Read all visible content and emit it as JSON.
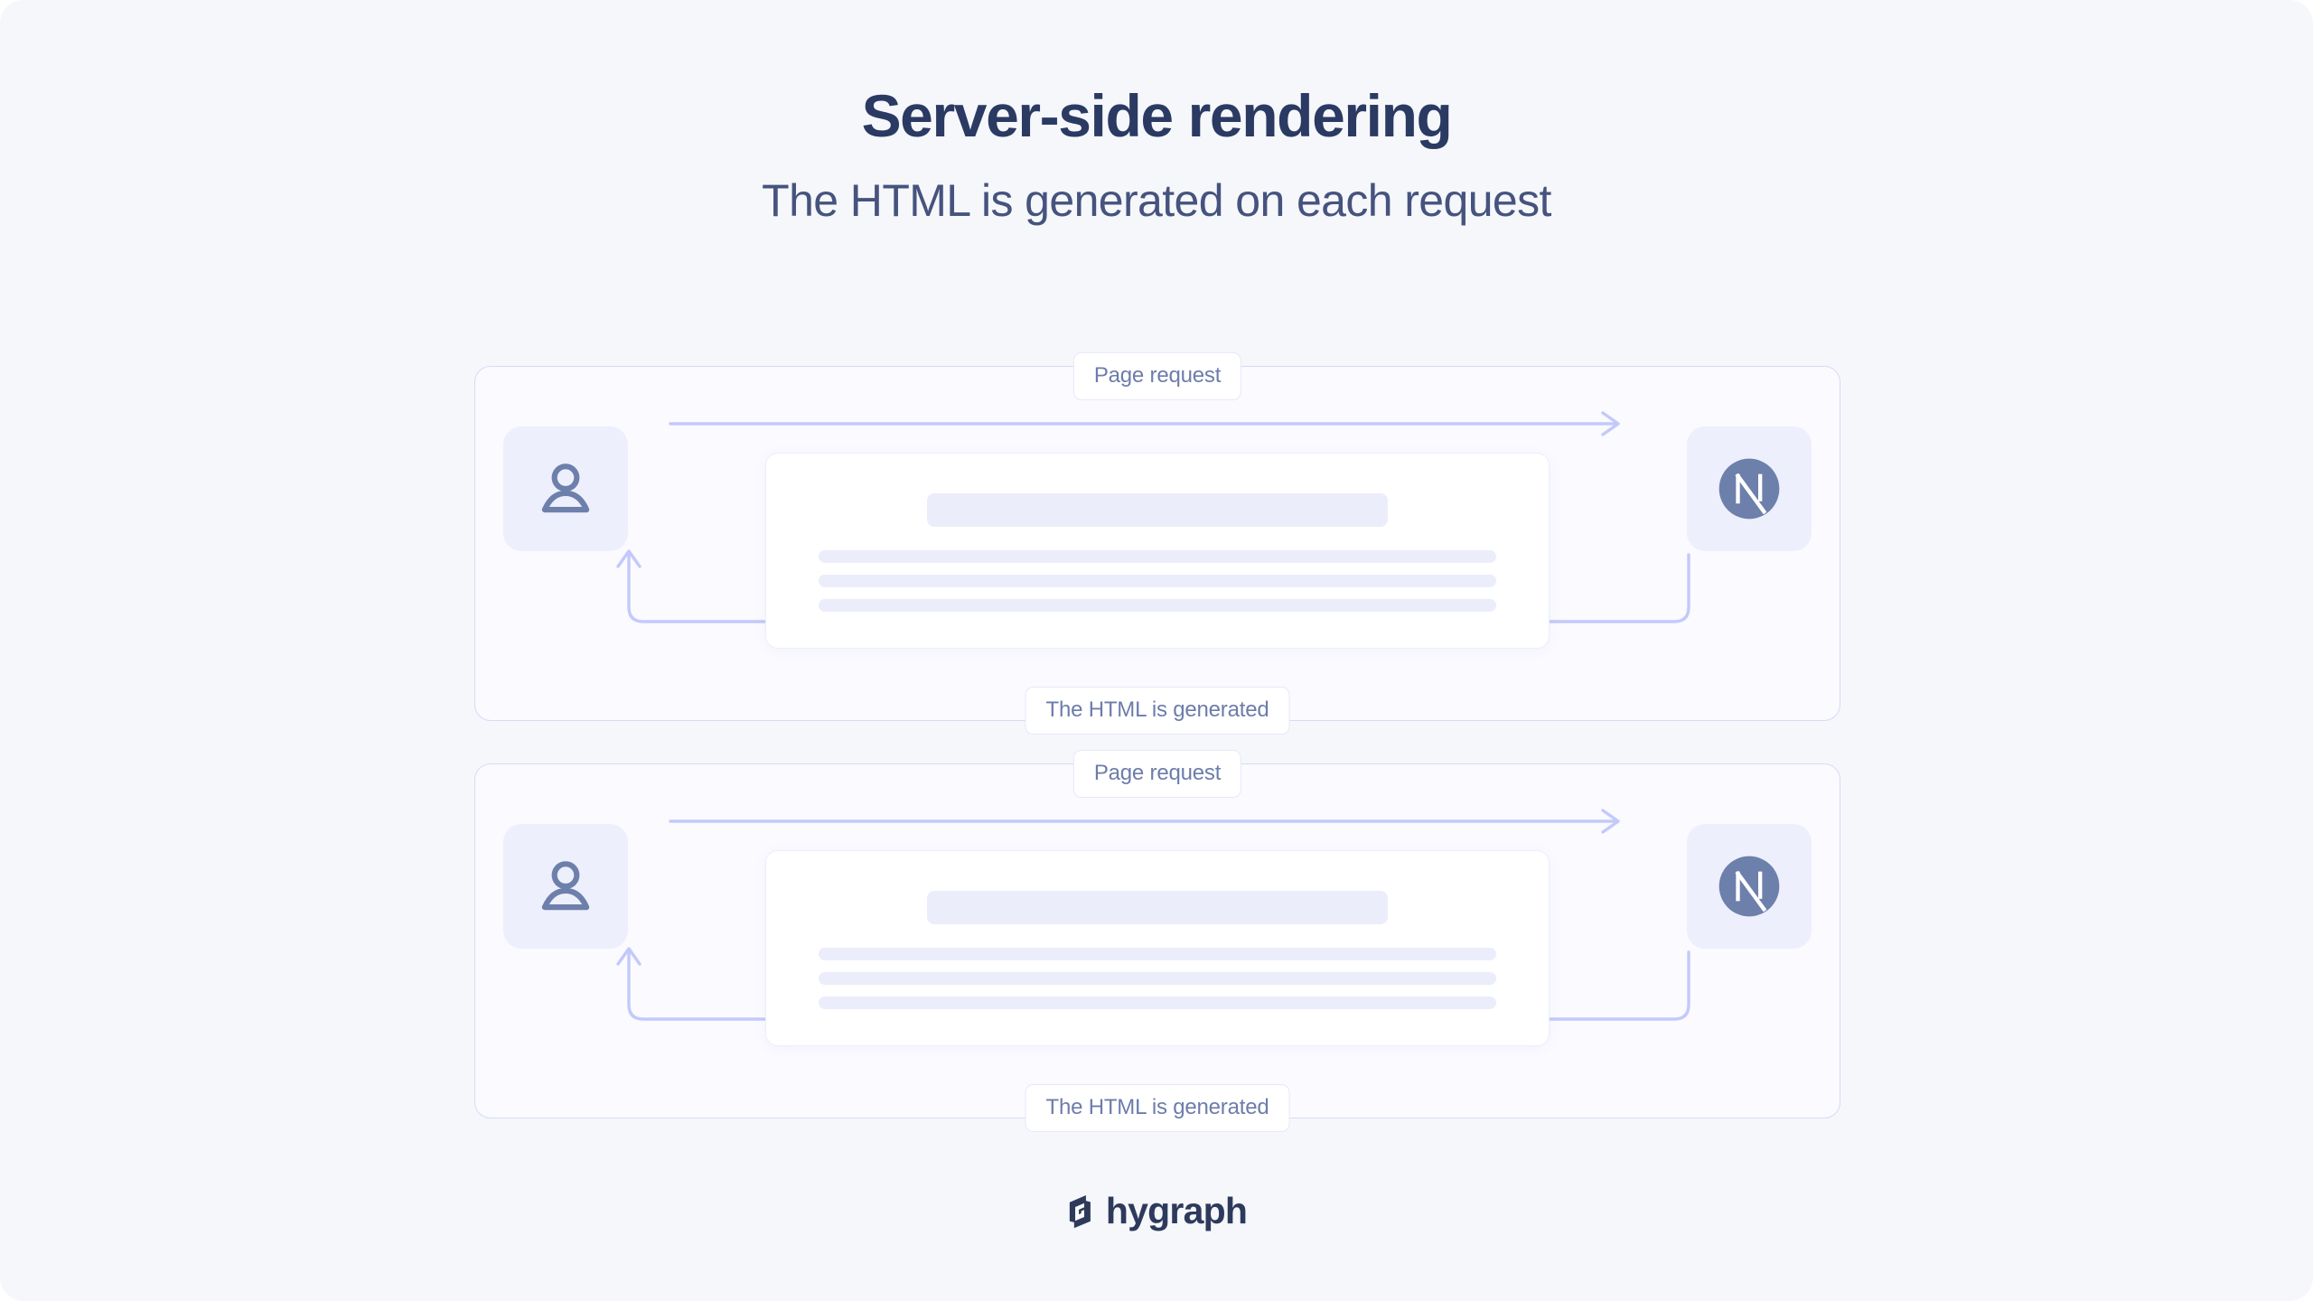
{
  "header": {
    "title": "Server-side rendering",
    "subtitle": "The HTML is generated on each request"
  },
  "colors": {
    "page_background": "#f5f7fa",
    "panel_background": "#fafaff",
    "panel_border": "#d7daf8",
    "tile_background": "#eeeffc",
    "icon_slate": "#6d80ab",
    "arrow": "#c4c9fb",
    "skeleton": "#ecedfb",
    "title_text": "#2b3a63",
    "subtitle_text": "#46537e",
    "pill_text": "#6d7cab",
    "brand_text": "#2e3a5c"
  },
  "panels": [
    {
      "id": "request-cycle-1",
      "client_icon": "user-icon",
      "server_icon": "nextjs-logo-icon",
      "request_label": "Page request",
      "response_label": "The HTML is generated",
      "document": {
        "heading_block": true,
        "line_count": 3
      }
    },
    {
      "id": "request-cycle-2",
      "client_icon": "user-icon",
      "server_icon": "nextjs-logo-icon",
      "request_label": "Page request",
      "response_label": "The HTML is generated",
      "document": {
        "heading_block": true,
        "line_count": 3
      }
    }
  ],
  "footer": {
    "brand_name": "hygraph",
    "brand_mark": "hygraph-logo-icon"
  }
}
